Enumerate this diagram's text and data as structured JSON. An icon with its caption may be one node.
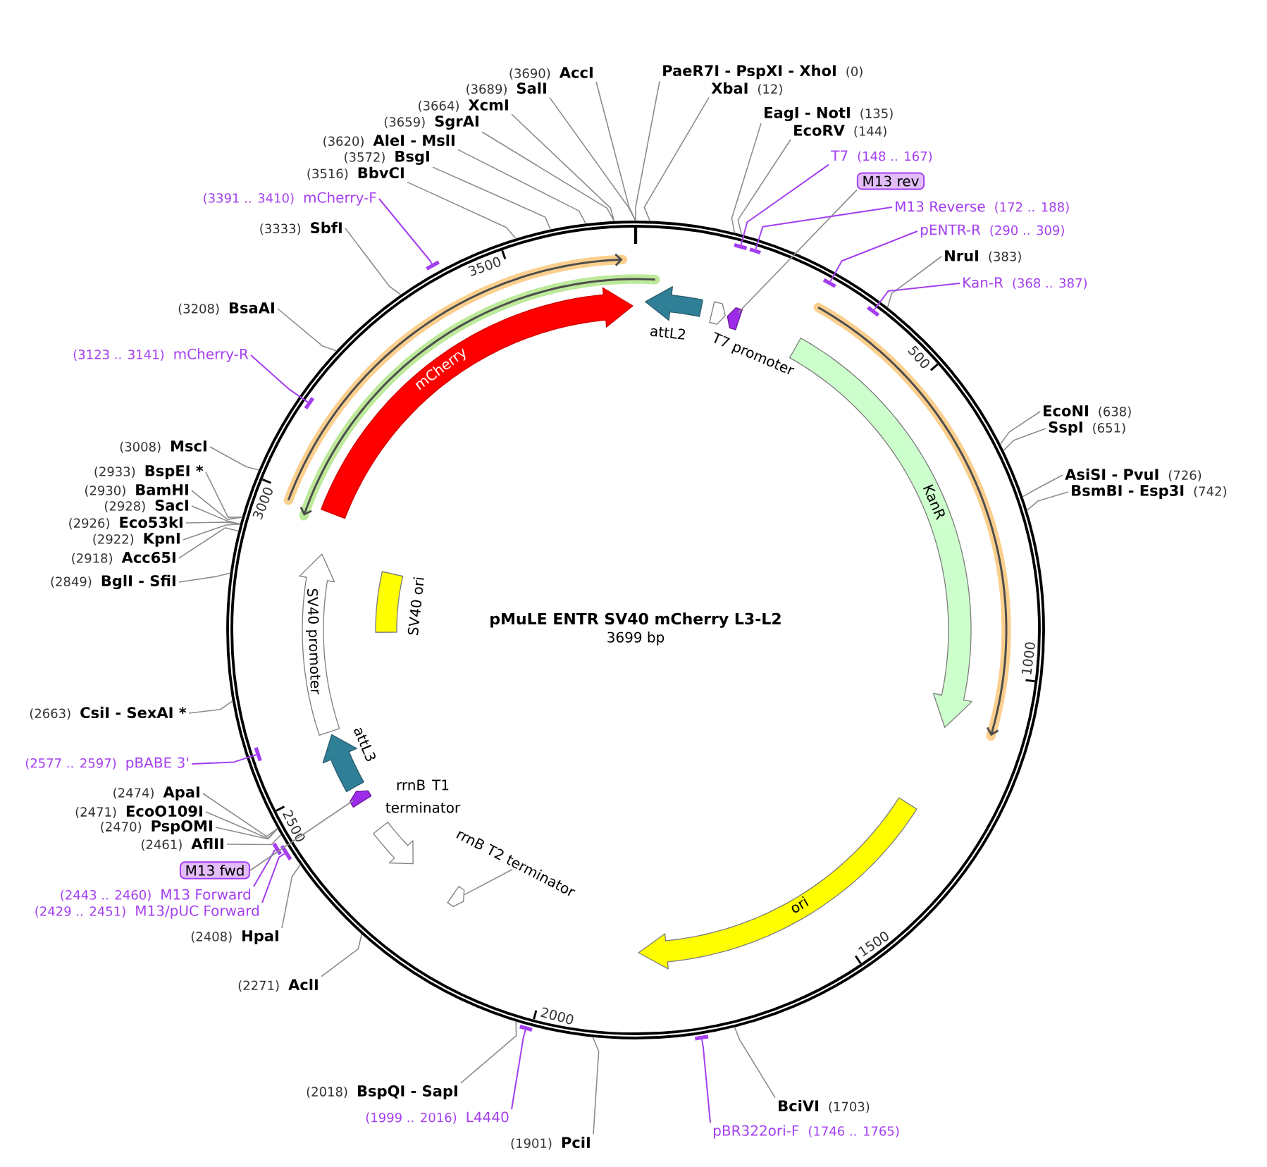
{
  "diagram": {
    "title": "pMuLE ENTR SV40 mCherry L3-L2",
    "nodes": [
      {
        "text": [],
        "shape": "circle"
      },
      {
        "text": [
          "PaeR7I - PspXI - XhoI",
          "(0)"
        ]
      },
      {
        "text": [
          "XbaI",
          "(12)"
        ]
      },
      {
        "text": [
          "EagI - NotI",
          "(135)"
        ]
      },
      {
        "text": [
          "EcoRV",
          "(144)"
        ]
      },
      {
        "text": [
          "T7",
          "(148 .. 167)"
        ]
      },
      {
        "text": [
          "M13 rev"
        ]
      },
      {
        "text": [
          "M13 Reverse",
          "(172 .. 188)"
        ]
      },
      {
        "text": [
          "pENTR-R",
          "(290 .. 309)"
        ]
      },
      {
        "text": [
          "NruI",
          "(383)"
        ]
      },
      {
        "text": [
          "Kan-R",
          "(368 .. 387)"
        ]
      },
      {
        "text": [
          "EcoNI",
          "(638)"
        ]
      },
      {
        "text": [
          "SspI",
          "(651)"
        ]
      },
      {
        "text": [
          "AsiSI - PvuI",
          "(726)"
        ]
      },
      {
        "text": [
          "BsmBI - Esp3I",
          "(742)"
        ]
      },
      {
        "text": [
          "BciVI",
          "(1703)"
        ]
      },
      {
        "text": [
          "pBR322ori-F",
          "(1746 .. 1765)"
        ]
      },
      {
        "text": [
          "(1901)",
          "PciI"
        ]
      },
      {
        "text": [
          "(1999 .. 2016)",
          "L4440"
        ]
      },
      {
        "text": [
          "(2018)",
          "BspQI - SapI"
        ]
      },
      {
        "text": [
          "(2271)",
          "AclI"
        ]
      },
      {
        "text": [
          "(2408)",
          "HpaI"
        ]
      },
      {
        "text": [
          "(2429 .. 2451)",
          "M13/pUC Forward"
        ]
      },
      {
        "text": [
          "(2443 .. 2460)",
          "M13 Forward"
        ]
      },
      {
        "text": [
          "M13 fwd"
        ]
      },
      {
        "text": [
          "(2461)",
          "AflII"
        ]
      },
      {
        "text": [
          "(2470)",
          "PspOMI"
        ]
      },
      {
        "text": [
          "(2471)",
          "EcoO109I"
        ]
      },
      {
        "text": [
          "(2474)",
          "ApaI"
        ]
      },
      {
        "text": [
          "(2577 .. 2597)",
          "pBABE 3'"
        ]
      },
      {
        "text": [
          "(2663)",
          "CsiI - SexAI *"
        ]
      },
      {
        "text": [
          "(2849)",
          "BglI - SfiI"
        ]
      },
      {
        "text": [
          "(2918)",
          "Acc65I"
        ]
      },
      {
        "text": [
          "(2922)",
          "KpnI"
        ]
      },
      {
        "text": [
          "(2926)",
          "Eco53kI"
        ]
      },
      {
        "text": [
          "(2928)",
          "SacI"
        ]
      },
      {
        "text": [
          "(2930)",
          "BamHI"
        ]
      },
      {
        "text": [
          "(2933)",
          "BspEI *"
        ]
      },
      {
        "text": [
          "(3008)",
          "MscI"
        ]
      },
      {
        "text": [
          "(3123 .. 3141)",
          "mCherry-R"
        ]
      },
      {
        "text": [
          "(3208)",
          "BsaAI"
        ]
      },
      {
        "text": [
          "(3333)",
          "SbfI"
        ]
      },
      {
        "text": [
          "(3391 .. 3410)",
          "mCherry-F"
        ]
      },
      {
        "text": [
          "(3516)",
          "BbvCI"
        ]
      },
      {
        "text": [
          "(3572)",
          "BsgI"
        ]
      },
      {
        "text": [
          "(3620)",
          "AleI - MslI"
        ]
      },
      {
        "text": [
          "(3659)",
          "SgrAI"
        ]
      },
      {
        "text": [
          "(3664)",
          "XcmI"
        ]
      },
      {
        "text": [
          "(3689)",
          "SalI"
        ]
      },
      {
        "text": [
          "(3690)",
          "AccI"
        ]
      },
      {
        "text": [],
        "shape": "bar",
        "in": 0
      },
      {
        "text": [],
        "shape": "bar",
        "in": 0
      },
      {
        "text": [],
        "shape": "bar",
        "in": 0
      },
      {
        "text": [],
        "shape": "bar",
        "in": 0
      },
      {
        "text": [],
        "shape": "bar"
      },
      {
        "text": [],
        "shape": "bar"
      },
      {
        "text": [],
        "shape": "bar"
      },
      {
        "text": [],
        "shape": "bar"
      },
      {
        "text": [],
        "shape": "bar",
        "in": 0
      },
      {
        "text": [],
        "shape": "bar",
        "in": 0
      },
      {
        "text": [],
        "shape": "bar"
      },
      {
        "text": [
          "mCherry"
        ],
        "in": 0
      },
      {
        "text": [
          "attL2"
        ],
        "in": 0
      },
      {
        "text": [
          "T7 promoter"
        ],
        "in": 0
      },
      {
        "text": [],
        "shape": "arc",
        "in": 0
      },
      {
        "text": [
          "KanR"
        ],
        "in": 0
      },
      {
        "text": [
          "ori"
        ],
        "in": 0
      },
      {
        "text": [],
        "shape": "arc",
        "in": 0
      },
      {
        "text": [
          "rrnB T2 terminator"
        ],
        "in": 0
      },
      {
        "text": [
          "rrnB T1 terminator"
        ],
        "in": 0
      },
      {
        "text": [],
        "shape": "arc",
        "in": 0
      },
      {
        "text": [
          "attL3"
        ],
        "in": 0
      },
      {
        "text": [
          "SV40 promoter"
        ],
        "in": 0
      },
      {
        "text": [
          "SV40 ori"
        ],
        "in": 0
      }
    ],
    "edges": [
      {
        "from": 1,
        "to": 0,
        "arrow": "none"
      },
      {
        "from": 2,
        "to": 0,
        "arrow": "none"
      },
      {
        "from": 3,
        "to": 0,
        "arrow": "none"
      },
      {
        "from": 4,
        "to": 0,
        "arrow": "none"
      },
      {
        "from": 5,
        "to": 50,
        "arrow": "none",
        "color": "#a43ff0"
      },
      {
        "from": 6,
        "to": 64,
        "arrow": "none"
      },
      {
        "from": 7,
        "to": 51,
        "arrow": "none",
        "color": "#a43ff0"
      },
      {
        "from": 8,
        "to": 52,
        "arrow": "none",
        "color": "#a43ff0"
      },
      {
        "from": 9,
        "to": 0,
        "arrow": "none"
      },
      {
        "from": 10,
        "to": 53,
        "arrow": "none",
        "color": "#a43ff0"
      },
      {
        "from": 11,
        "to": 0,
        "arrow": "none"
      },
      {
        "from": 12,
        "to": 0,
        "arrow": "none"
      },
      {
        "from": 13,
        "to": 0,
        "arrow": "none"
      },
      {
        "from": 14,
        "to": 0,
        "arrow": "none"
      },
      {
        "from": 15,
        "to": 0,
        "arrow": "none"
      },
      {
        "from": 16,
        "to": 54,
        "arrow": "none",
        "color": "#a43ff0"
      },
      {
        "from": 17,
        "to": 0,
        "arrow": "none"
      },
      {
        "from": 18,
        "to": 55,
        "arrow": "none",
        "color": "#a43ff0"
      },
      {
        "from": 19,
        "to": 0,
        "arrow": "none"
      },
      {
        "from": 20,
        "to": 0,
        "arrow": "none"
      },
      {
        "from": 21,
        "to": 0,
        "arrow": "none"
      },
      {
        "from": 22,
        "to": 56,
        "arrow": "none",
        "color": "#a43ff0"
      },
      {
        "from": 23,
        "to": 57,
        "arrow": "none",
        "color": "#a43ff0"
      },
      {
        "from": 24,
        "to": 70,
        "arrow": "none"
      },
      {
        "from": 25,
        "to": 0,
        "arrow": "none"
      },
      {
        "from": 26,
        "to": 0,
        "arrow": "none"
      },
      {
        "from": 27,
        "to": 0,
        "arrow": "none"
      },
      {
        "from": 28,
        "to": 0,
        "arrow": "none"
      },
      {
        "from": 29,
        "to": 58,
        "arrow": "none",
        "color": "#a43ff0"
      },
      {
        "from": 30,
        "to": 0,
        "arrow": "none"
      },
      {
        "from": 31,
        "to": 0,
        "arrow": "none"
      },
      {
        "from": 32,
        "to": 0,
        "arrow": "none"
      },
      {
        "from": 33,
        "to": 0,
        "arrow": "none"
      },
      {
        "from": 34,
        "to": 0,
        "arrow": "none"
      },
      {
        "from": 35,
        "to": 0,
        "arrow": "none"
      },
      {
        "from": 36,
        "to": 0,
        "arrow": "none"
      },
      {
        "from": 37,
        "to": 0,
        "arrow": "none"
      },
      {
        "from": 38,
        "to": 0,
        "arrow": "none"
      },
      {
        "from": 39,
        "to": 59,
        "arrow": "none",
        "color": "#a43ff0"
      },
      {
        "from": 40,
        "to": 0,
        "arrow": "none"
      },
      {
        "from": 41,
        "to": 0,
        "arrow": "none"
      },
      {
        "from": 42,
        "to": 60,
        "arrow": "none",
        "color": "#a43ff0"
      },
      {
        "from": 43,
        "to": 0,
        "arrow": "none"
      },
      {
        "from": 44,
        "to": 0,
        "arrow": "none"
      },
      {
        "from": 45,
        "to": 0,
        "arrow": "none"
      },
      {
        "from": 46,
        "to": 0,
        "arrow": "none"
      },
      {
        "from": 47,
        "to": 0,
        "arrow": "none"
      },
      {
        "from": 48,
        "to": 0,
        "arrow": "none"
      },
      {
        "from": 49,
        "to": 0,
        "arrow": "none"
      },
      {
        "from": 68,
        "to": 67,
        "arrow": "none"
      }
    ],
    "labels": [
      "3699 bp",
      "500",
      "1000",
      "1500",
      "2000",
      "2500",
      "3000",
      "3500"
    ]
  }
}
